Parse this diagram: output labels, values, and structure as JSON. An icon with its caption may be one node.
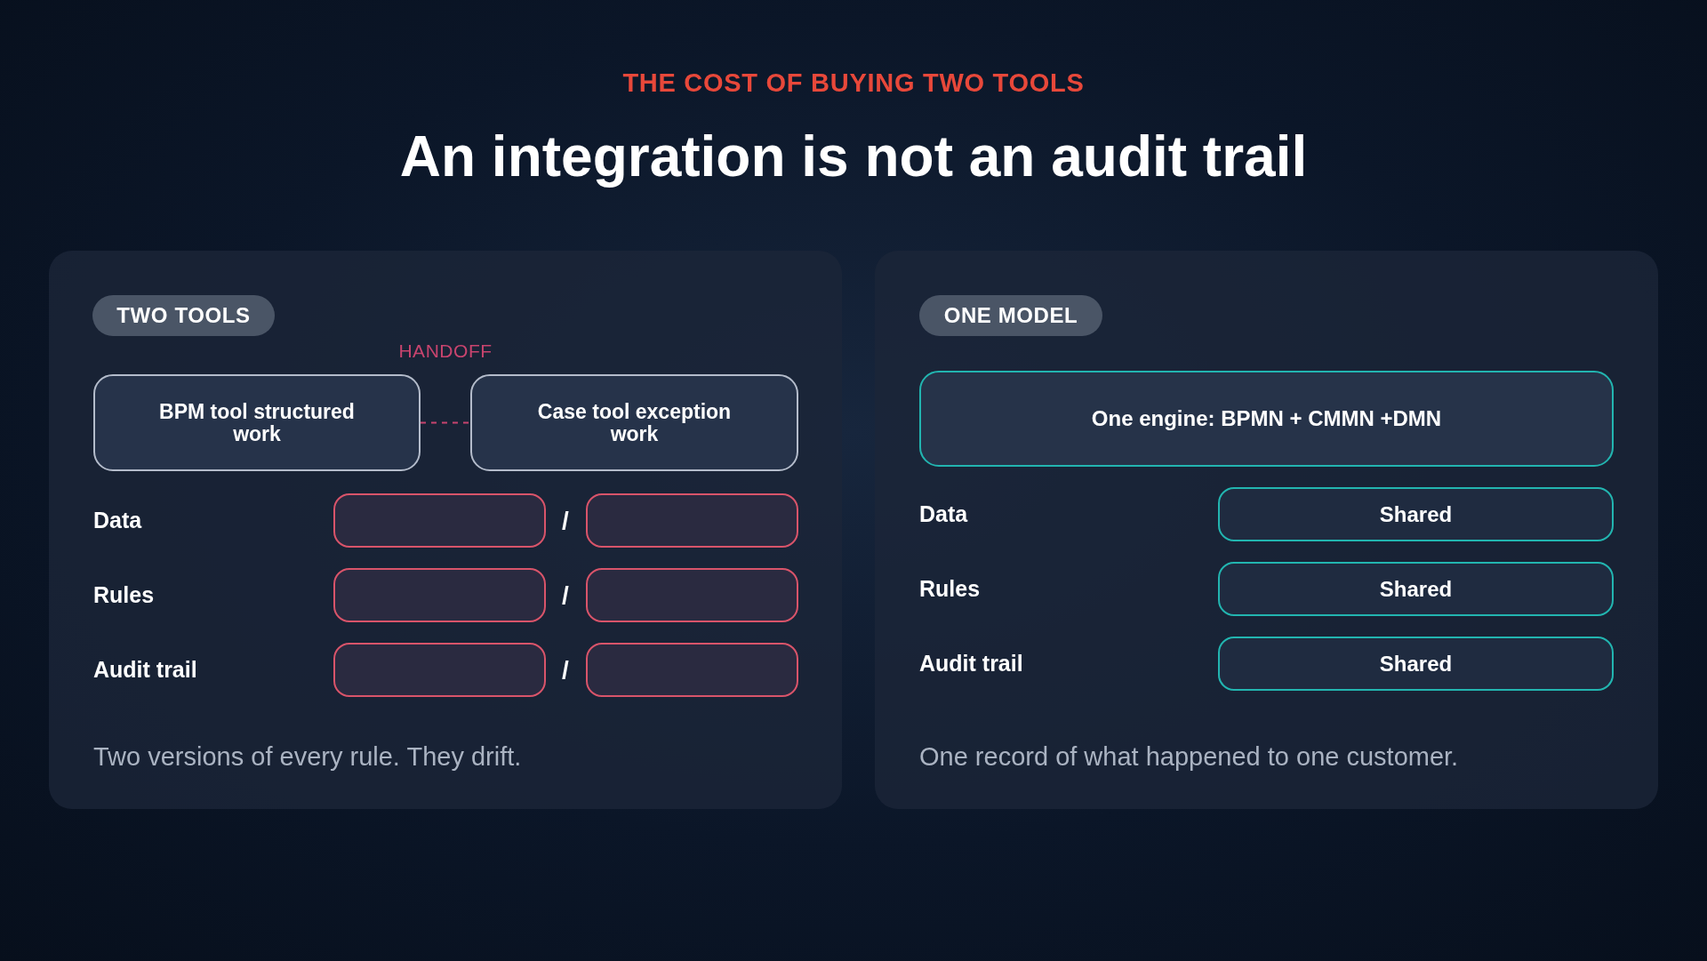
{
  "diagram": {
    "title": "An integration is not an audit trail",
    "nodes": [
      {
        "text": [],
        "shape": "box"
      },
      {
        "text": [
          "TWO TOOLS"
        ],
        "in": 0
      },
      {
        "text": [
          "BPM tool structured work"
        ],
        "in": 0
      },
      {
        "text": [
          "Case tool exception work"
        ],
        "in": 0
      },
      {
        "text": [],
        "shape": "box",
        "in": 0
      },
      {
        "text": [],
        "shape": "box",
        "in": 0
      },
      {
        "text": [],
        "shape": "box",
        "in": 0
      },
      {
        "text": [],
        "shape": "box",
        "in": 0
      },
      {
        "text": [],
        "shape": "box",
        "in": 0
      },
      {
        "text": [],
        "shape": "box",
        "in": 0
      },
      {
        "text": [],
        "shape": "box"
      },
      {
        "text": [
          "ONE MODEL"
        ],
        "in": 10
      },
      {
        "text": [
          "One engine: BPMN + CMMN +DMN"
        ],
        "in": 10
      },
      {
        "text": [
          "Shared"
        ],
        "in": 10
      },
      {
        "text": [
          "Shared"
        ],
        "in": 10
      },
      {
        "text": [
          "Shared"
        ],
        "in": 10
      }
    ],
    "edges": [
      {
        "from": 2,
        "to": 3,
        "arrow": "none",
        "label": "HANDOFF",
        "style": "dashed",
        "color": "#c8446e"
      }
    ],
    "labels": [
      "THE COST OF BUYING TWO TOOLS",
      "Data",
      "/",
      "Rules",
      "/",
      "Audit trail",
      "/",
      "Two versions of every rule. They drift.",
      "Data",
      "Rules",
      "Audit trail",
      "One record of what happened to one customer."
    ]
  }
}
